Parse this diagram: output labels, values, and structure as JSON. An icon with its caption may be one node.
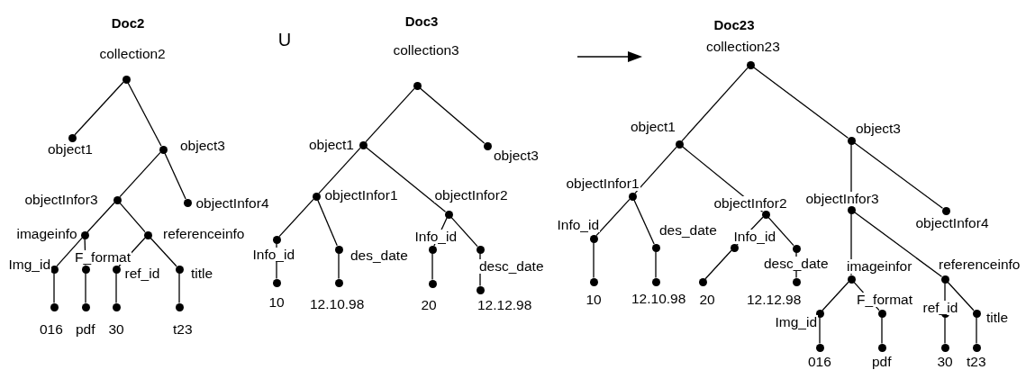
{
  "diagram": {
    "nodes": [
      {
        "text": [
          "collection2"
        ]
      },
      {
        "text": [
          "object1"
        ]
      },
      {
        "text": [
          "object3"
        ]
      },
      {
        "text": [
          "objectInfor3"
        ]
      },
      {
        "text": [
          "objectInfor4"
        ]
      },
      {
        "text": [
          "imageinfo"
        ]
      },
      {
        "text": [
          "referenceinfo"
        ]
      },
      {
        "text": [
          "Img_id"
        ]
      },
      {
        "text": [
          "F_format"
        ]
      },
      {
        "text": [
          "ref_id"
        ]
      },
      {
        "text": [
          "title"
        ]
      },
      {
        "text": [
          "016"
        ]
      },
      {
        "text": [
          "pdf"
        ]
      },
      {
        "text": [
          "30"
        ]
      },
      {
        "text": [
          "t23"
        ]
      },
      {
        "text": [
          "collection3"
        ]
      },
      {
        "text": [
          "object1"
        ]
      },
      {
        "text": [
          "object3"
        ]
      },
      {
        "text": [
          "objectInfor1"
        ]
      },
      {
        "text": [
          "objectInfor2"
        ]
      },
      {
        "text": [
          "Info_id"
        ]
      },
      {
        "text": [
          "des_date"
        ]
      },
      {
        "text": [
          "Info_id"
        ]
      },
      {
        "text": [
          "desc_date"
        ]
      },
      {
        "text": [
          "10"
        ]
      },
      {
        "text": [
          "12.10.98"
        ]
      },
      {
        "text": [
          "20"
        ]
      },
      {
        "text": [
          "12.12.98"
        ]
      },
      {
        "text": [
          "collection23"
        ]
      },
      {
        "text": [
          "object1"
        ]
      },
      {
        "text": [
          "object3"
        ]
      },
      {
        "text": [
          "objectInfor1"
        ]
      },
      {
        "text": [
          "objectInfor2"
        ]
      },
      {
        "text": [
          "objectInfor3"
        ]
      },
      {
        "text": [
          "objectInfor4"
        ]
      },
      {
        "text": [
          "Info_id"
        ]
      },
      {
        "text": [
          "des_date"
        ]
      },
      {
        "text": [
          "Info_id"
        ]
      },
      {
        "text": [
          "desc_date"
        ]
      },
      {
        "text": [
          "imageinfor"
        ]
      },
      {
        "text": [
          "referenceinfo"
        ]
      },
      {
        "text": [
          "10"
        ]
      },
      {
        "text": [
          "12.10.98"
        ]
      },
      {
        "text": [
          "20"
        ]
      },
      {
        "text": [
          "12.12.98"
        ]
      },
      {
        "text": [
          "Img_id"
        ]
      },
      {
        "text": [
          "F_format"
        ]
      },
      {
        "text": [
          "ref_id"
        ]
      },
      {
        "text": [
          "title"
        ]
      },
      {
        "text": [
          "016"
        ]
      },
      {
        "text": [
          "pdf"
        ]
      },
      {
        "text": [
          "30"
        ]
      },
      {
        "text": [
          "t23"
        ]
      }
    ],
    "edges": [
      {
        "from": 0,
        "to": 1,
        "arrow": "none"
      },
      {
        "from": 0,
        "to": 2,
        "arrow": "none"
      },
      {
        "from": 2,
        "to": 3,
        "arrow": "none"
      },
      {
        "from": 2,
        "to": 4,
        "arrow": "none"
      },
      {
        "from": 3,
        "to": 5,
        "arrow": "none"
      },
      {
        "from": 3,
        "to": 6,
        "arrow": "none"
      },
      {
        "from": 5,
        "to": 7,
        "arrow": "none"
      },
      {
        "from": 5,
        "to": 8,
        "arrow": "none"
      },
      {
        "from": 6,
        "to": 9,
        "arrow": "none"
      },
      {
        "from": 6,
        "to": 10,
        "arrow": "none"
      },
      {
        "from": 7,
        "to": 11,
        "arrow": "none"
      },
      {
        "from": 8,
        "to": 12,
        "arrow": "none"
      },
      {
        "from": 9,
        "to": 13,
        "arrow": "none"
      },
      {
        "from": 10,
        "to": 14,
        "arrow": "none"
      },
      {
        "from": 15,
        "to": 16,
        "arrow": "none"
      },
      {
        "from": 15,
        "to": 17,
        "arrow": "none"
      },
      {
        "from": 16,
        "to": 18,
        "arrow": "none"
      },
      {
        "from": 16,
        "to": 19,
        "arrow": "none"
      },
      {
        "from": 18,
        "to": 20,
        "arrow": "none"
      },
      {
        "from": 18,
        "to": 21,
        "arrow": "none"
      },
      {
        "from": 19,
        "to": 22,
        "arrow": "none"
      },
      {
        "from": 19,
        "to": 23,
        "arrow": "none"
      },
      {
        "from": 20,
        "to": 24,
        "arrow": "none"
      },
      {
        "from": 21,
        "to": 25,
        "arrow": "none"
      },
      {
        "from": 22,
        "to": 26,
        "arrow": "none"
      },
      {
        "from": 23,
        "to": 27,
        "arrow": "none"
      },
      {
        "from": 28,
        "to": 29,
        "arrow": "none"
      },
      {
        "from": 28,
        "to": 30,
        "arrow": "none"
      },
      {
        "from": 29,
        "to": 31,
        "arrow": "none"
      },
      {
        "from": 29,
        "to": 32,
        "arrow": "none"
      },
      {
        "from": 30,
        "to": 33,
        "arrow": "none"
      },
      {
        "from": 30,
        "to": 34,
        "arrow": "none"
      },
      {
        "from": 31,
        "to": 35,
        "arrow": "none"
      },
      {
        "from": 31,
        "to": 36,
        "arrow": "none"
      },
      {
        "from": 32,
        "to": 37,
        "arrow": "none"
      },
      {
        "from": 32,
        "to": 38,
        "arrow": "none"
      },
      {
        "from": 33,
        "to": 39,
        "arrow": "none"
      },
      {
        "from": 33,
        "to": 40,
        "arrow": "none"
      },
      {
        "from": 35,
        "to": 41,
        "arrow": "none"
      },
      {
        "from": 36,
        "to": 42,
        "arrow": "none"
      },
      {
        "from": 37,
        "to": 43,
        "arrow": "none"
      },
      {
        "from": 38,
        "to": 44,
        "arrow": "none"
      },
      {
        "from": 39,
        "to": 45,
        "arrow": "none"
      },
      {
        "from": 39,
        "to": 46,
        "arrow": "none"
      },
      {
        "from": 40,
        "to": 47,
        "arrow": "none"
      },
      {
        "from": 40,
        "to": 48,
        "arrow": "none"
      },
      {
        "from": 45,
        "to": 49,
        "arrow": "none"
      },
      {
        "from": 46,
        "to": 50,
        "arrow": "none"
      },
      {
        "from": 47,
        "to": 51,
        "arrow": "none"
      },
      {
        "from": 48,
        "to": 52,
        "arrow": "none"
      }
    ],
    "labels": [
      "Doc2",
      "U",
      "Doc3",
      "Doc23"
    ]
  }
}
